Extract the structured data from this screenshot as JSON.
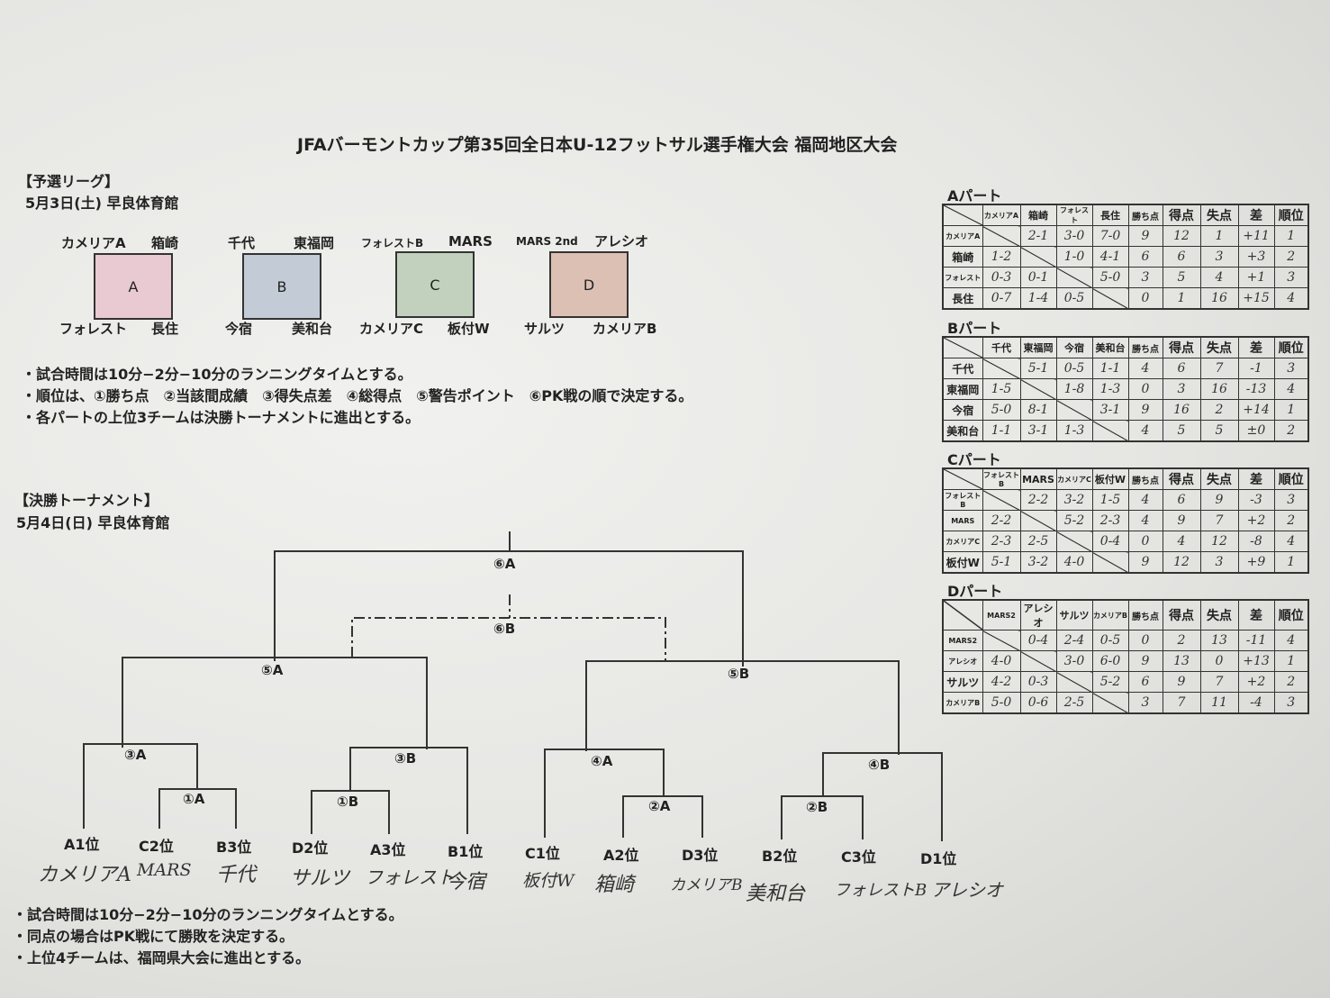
{
  "title": "JFAバーモントカップ第35回全日本U-12フットサル選手権大会 福岡地区大会",
  "prelim": {
    "heading": "【予選リーグ】",
    "date_venue": "5月3日(土) 早良体育館",
    "groups": [
      {
        "letter": "A",
        "tl": "カメリアA",
        "tr": "箱崎",
        "bl": "フォレスト",
        "br": "長住",
        "color": "#e9c9d2"
      },
      {
        "letter": "B",
        "tl": "千代",
        "tr": "東福岡",
        "bl": "今宿",
        "br": "美和台",
        "color": "#c3ccd6"
      },
      {
        "letter": "C",
        "tl": "フォレストB",
        "tr": "MARS",
        "bl": "カメリアC",
        "br": "板付W",
        "color": "#c2d1bd"
      },
      {
        "letter": "D",
        "tl": "MARS 2nd",
        "tr": "アレシオ",
        "bl": "サルツ",
        "br": "カメリアB",
        "color": "#ddc0b4"
      }
    ],
    "rules": [
      "・試合時間は10分−2分−10分のランニングタイムとする。",
      "・順位は、①勝ち点　②当該間成績　③得失点差　④総得点　⑤警告ポイント　⑥PK戦の順で決定する。",
      "・各パートの上位3チームは決勝トーナメントに進出とする。"
    ]
  },
  "standings": [
    {
      "title": "Aパート",
      "headers": [
        "カメリアA",
        "箱崎",
        "フォレスト",
        "長住",
        "勝ち点",
        "得点",
        "失点",
        "差",
        "順位"
      ],
      "rows": [
        {
          "team": "カメリアA",
          "cells": [
            "",
            "2-1",
            "3-0",
            "7-0",
            "9",
            "12",
            "1",
            "+11",
            "1"
          ]
        },
        {
          "team": "箱崎",
          "cells": [
            "1-2",
            "",
            "1-0",
            "4-1",
            "6",
            "6",
            "3",
            "+3",
            "2"
          ]
        },
        {
          "team": "フォレスト",
          "cells": [
            "0-3",
            "0-1",
            "",
            "5-0",
            "3",
            "5",
            "4",
            "+1",
            "3"
          ]
        },
        {
          "team": "長住",
          "cells": [
            "0-7",
            "1-4",
            "0-5",
            "",
            "0",
            "1",
            "16",
            "+15",
            "4"
          ]
        }
      ]
    },
    {
      "title": "Bパート",
      "headers": [
        "千代",
        "東福岡",
        "今宿",
        "美和台",
        "勝ち点",
        "得点",
        "失点",
        "差",
        "順位"
      ],
      "rows": [
        {
          "team": "千代",
          "cells": [
            "",
            "5-1",
            "0-5",
            "1-1",
            "4",
            "6",
            "7",
            "-1",
            "3"
          ]
        },
        {
          "team": "東福岡",
          "cells": [
            "1-5",
            "",
            "1-8",
            "1-3",
            "0",
            "3",
            "16",
            "-13",
            "4"
          ]
        },
        {
          "team": "今宿",
          "cells": [
            "5-0",
            "8-1",
            "",
            "3-1",
            "9",
            "16",
            "2",
            "+14",
            "1"
          ]
        },
        {
          "team": "美和台",
          "cells": [
            "1-1",
            "3-1",
            "1-3",
            "",
            "4",
            "5",
            "5",
            "±0",
            "2"
          ]
        }
      ]
    },
    {
      "title": "Cパート",
      "headers": [
        "フォレストB",
        "MARS",
        "カメリアC",
        "板付W",
        "勝ち点",
        "得点",
        "失点",
        "差",
        "順位"
      ],
      "rows": [
        {
          "team": "フォレストB",
          "cells": [
            "",
            "2-2",
            "3-2",
            "1-5",
            "4",
            "6",
            "9",
            "-3",
            "3"
          ]
        },
        {
          "team": "MARS",
          "cells": [
            "2-2",
            "",
            "5-2",
            "2-3",
            "4",
            "9",
            "7",
            "+2",
            "2"
          ]
        },
        {
          "team": "カメリアC",
          "cells": [
            "2-3",
            "2-5",
            "",
            "0-4",
            "0",
            "4",
            "12",
            "-8",
            "4"
          ]
        },
        {
          "team": "板付W",
          "cells": [
            "5-1",
            "3-2",
            "4-0",
            "",
            "9",
            "12",
            "3",
            "+9",
            "1"
          ]
        }
      ]
    },
    {
      "title": "Dパート",
      "headers": [
        "MARS2",
        "アレシオ",
        "サルツ",
        "カメリアB",
        "勝ち点",
        "得点",
        "失点",
        "差",
        "順位"
      ],
      "rows": [
        {
          "team": "MARS2",
          "cells": [
            "",
            "0-4",
            "2-4",
            "0-5",
            "0",
            "2",
            "13",
            "-11",
            "4"
          ]
        },
        {
          "team": "アレシオ",
          "cells": [
            "4-0",
            "",
            "3-0",
            "6-0",
            "9",
            "13",
            "0",
            "+13",
            "1"
          ]
        },
        {
          "team": "サルツ",
          "cells": [
            "4-2",
            "0-3",
            "",
            "5-2",
            "6",
            "9",
            "7",
            "+2",
            "2"
          ]
        },
        {
          "team": "カメリアB",
          "cells": [
            "5-0",
            "0-6",
            "2-5",
            "",
            "3",
            "7",
            "11",
            "-4",
            "3"
          ]
        }
      ]
    }
  ],
  "final": {
    "heading": "【決勝トーナメント】",
    "date_venue": "5月4日(日) 早良体育館",
    "slots": [
      {
        "pos": "A1位",
        "team": "カメリアA"
      },
      {
        "pos": "C2位",
        "team": "MARS"
      },
      {
        "pos": "B3位",
        "team": "千代"
      },
      {
        "pos": "D2位",
        "team": "サルツ"
      },
      {
        "pos": "A3位",
        "team": "フォレスト"
      },
      {
        "pos": "B1位",
        "team": "今宿"
      },
      {
        "pos": "C1位",
        "team": "板付W"
      },
      {
        "pos": "A2位",
        "team": "箱崎"
      },
      {
        "pos": "D3位",
        "team": "カメリアB"
      },
      {
        "pos": "B2位",
        "team": "美和台"
      },
      {
        "pos": "C3位",
        "team": "フォレストB"
      },
      {
        "pos": "D1位",
        "team": "アレシオ"
      }
    ],
    "matches": {
      "m1a": "①A",
      "m1b": "①B",
      "m2a": "②A",
      "m2b": "②B",
      "m3a": "③A",
      "m3b": "③B",
      "m4a": "④A",
      "m4b": "④B",
      "m5a": "⑤A",
      "m5b": "⑤B",
      "m6a": "⑥A",
      "m6b": "⑥B"
    },
    "rules": [
      "・試合時間は10分−2分−10分のランニングタイムとする。",
      "・同点の場合はPK戦にて勝敗を決定する。",
      "・上位4チームは、福岡県大会に進出とする。"
    ]
  }
}
